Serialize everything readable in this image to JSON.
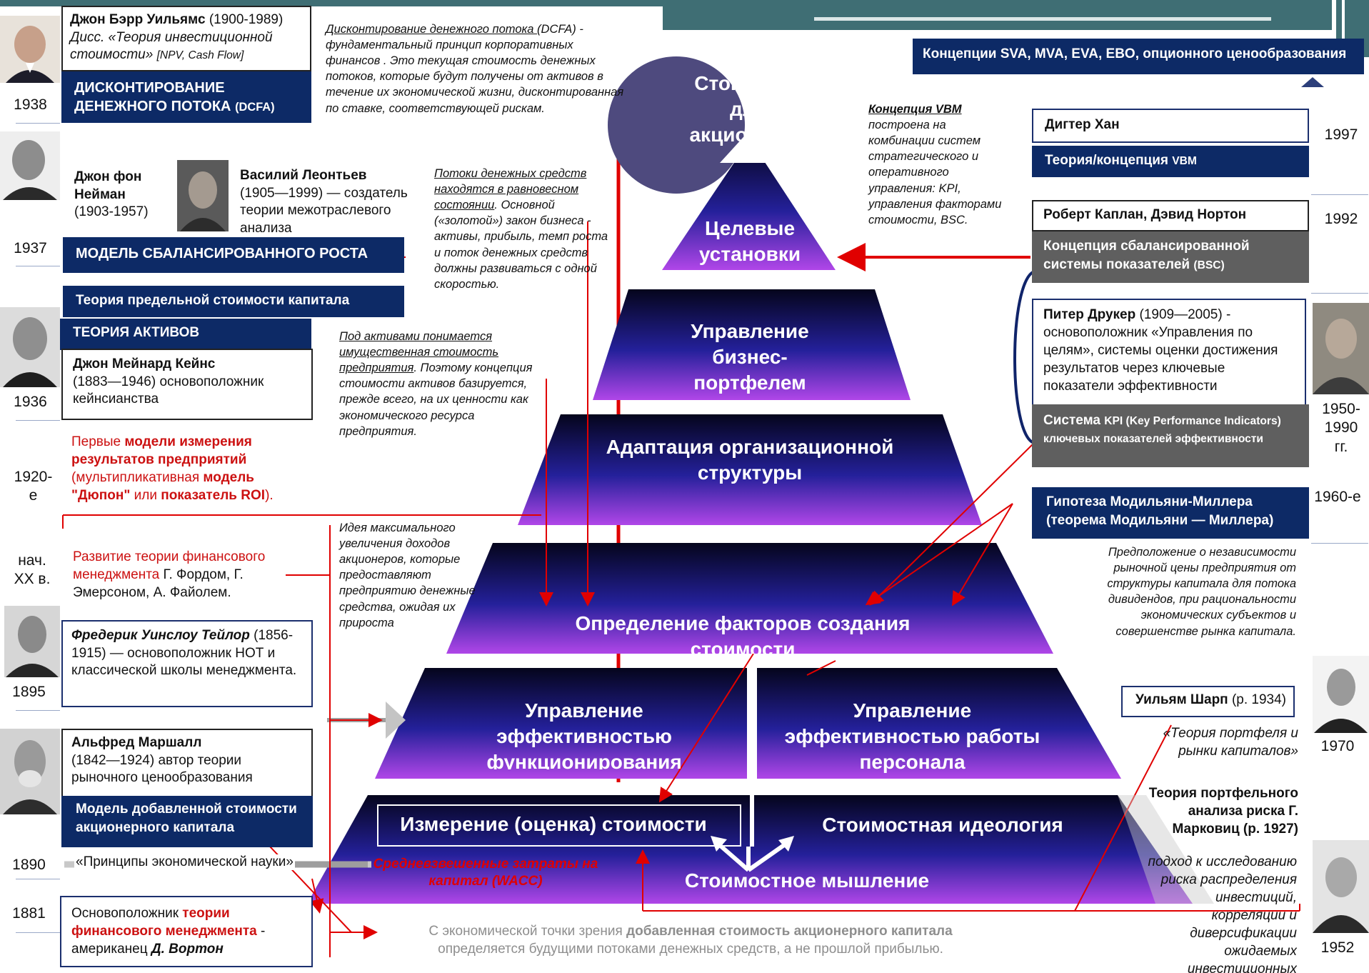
{
  "title": {
    "center": "Стоимость для акционеров",
    "tiers": {
      "target": "Целевые установки",
      "portfolio": "Управление бизнес-портфелем",
      "adaptation": "Адаптация организационной структуры",
      "drivers": "Определение факторов создания стоимости",
      "ops_efficiency": "Управление эффективностью функционирования",
      "staff_efficiency": "Управление эффективностью работы персонала",
      "measurement": "Измерение (оценка) стоимости",
      "ideology": "Стоимостная идеология",
      "thinking": "Стоимостное мышление",
      "wacc": "Средневзвешенные затраты на капитал (WACC)"
    }
  },
  "top_banner": "Концепции SVA, MVA, EVA, EBO, опционного ценообразования",
  "left": {
    "williams": {
      "name": "Джон Бэрр Уильямс",
      "dates": "(1900-1989)",
      "thesis": "Дисс. «Теория инвестиционной стоимости»",
      "thesis_tag": "[NPV, Cash Flow]",
      "banner": "ДИСКОНТИРОВАНИЕ ДЕНЕЖНОГО ПОТОКА",
      "banner_tag": "(DCFA)",
      "year": "1938"
    },
    "neumann": {
      "name": "Джон фон Нейман",
      "dates": "(1903-1957)",
      "year": "1937"
    },
    "leontief": {
      "name": "Василий Леонтьев",
      "text": "(1905—1999) — создатель теории межотраслевого анализа"
    },
    "balanced_growth": "МОДЕЛЬ СБАЛАНСИРОВАННОГО РОСТА",
    "marginal_cost": "Теория предельной стоимости капитала",
    "asset_theory": "ТЕОРИЯ АКТИВОВ",
    "keynes": {
      "name": "Джон Мейнард Кейнс",
      "text": "(1883—1946) основоположник кейнсианства",
      "year": "1936"
    },
    "dupont": {
      "pre": "Первые ",
      "bold1": "модели измерения результатов предприятий",
      "mid": " (мультипликативная ",
      "bold2": "модель \"Дюпон\"",
      "mid2": " или ",
      "bold3": "показатель ROI",
      "post": ").",
      "year": "1920-е"
    },
    "fin_mgmt": {
      "red": "Развитие теории финансового менеджмента",
      "rest": " Г. Фордом, Г. Эмерсоном, А. Файолем.",
      "year": "нач. XX в."
    },
    "taylor": {
      "name": "Фредерик Уинслоу Тейлор",
      "dates": "(1856-1915)",
      "text": "— основоположник НОТ и классической школы менеджмента.",
      "year": "1895"
    },
    "marshall": {
      "name": "Альфред Маршалл",
      "text": "(1842—1924) автор теории рыночного ценообразования",
      "banner": "Модель добавленной стоимости акционерного капитала",
      "principles": "«Принципы экономической науки»",
      "year": "1890"
    },
    "wharton": {
      "pre": "Основоположник ",
      "red": "теории финансового менеджмента",
      "mid": " - американец ",
      "name": "Д. Вортон",
      "year": "1881"
    }
  },
  "notes": {
    "dcfa_title": "Дисконтирование денежного потока ",
    "dcfa_tag": "(DCFA)",
    "dcfa_body": " - фундаментальный принцип корпоративных финансов . Это текущая стоимость денежных потоков, которые будут получены от активов в течение их экономической жизни, дисконтированная по ставке, соответствующей рискам.",
    "flows_title": "Потоки денежных средств находятся в равновесном состоянии",
    "flows_body": ". Основной («золотой») закон бизнеса - активы, прибыль, темп роста и поток денежных средств должны развиваться с одной скоростью.",
    "assets_title": "Под активами понимается имущественная стоимость предприятия",
    "assets_body": ". Поэтому концепция стоимости активов базируется, прежде всего, на их ценности как экономического ресурса предприятия.",
    "income_idea": "Идея максимального увеличения доходов акционеров, которые предоставляют предприятию денежные средства, ожидая их прироста",
    "vbm_title": "Концепция VBM",
    "vbm_body": " построена на комбинации систем стратегического и оперативного управления: KPI, управления факторами стоимости, BSC.",
    "mm_note": "Предположение о независимости рыночной цены предприятия от структуры капитала для потока дивидендов, при рациональности экономических субъектов и совершенстве рынка капитала.",
    "bottom_pre": "С экономической точки зрения ",
    "bottom_bold": "добавленная стоимость акционерного капитала",
    "bottom_post": " определяется будущими потоками денежных средств, а не прошлой прибылью."
  },
  "right": {
    "hahn": {
      "name": "Дигтер Хан",
      "banner": "Теория/концепция",
      "banner_tag": "VBM",
      "year": "1997"
    },
    "kaplan": {
      "name": "Роберт Каплан, Дэвид Нортон",
      "banner": "Концепция сбалансированной системы показателей",
      "banner_tag": "(BSC)",
      "year": "1992"
    },
    "drucker": {
      "name": "Питер Друкер",
      "text": "(1909—2005) - основоположник «Управления по целям», системы оценки достижения результатов через ключевые показатели эффективности",
      "kpi_pre": "Система ",
      "kpi_tag": "KPI (Key Performance Indicators) ключевых показателей эффективности",
      "year": "1950-1990 гг."
    },
    "mm": {
      "banner": "Гипотеза Модильяни-Миллера (теорема Модильяни — Миллера)",
      "year": "1960-е"
    },
    "sharpe": {
      "name": "Уильям Шарп",
      "dates": "(р. 1934)",
      "work": "«Теория портфеля и рынки капиталов»",
      "year": "1970"
    },
    "markowitz": {
      "title": "Теория портфельного анализа риска Г. Марковиц (р. 1927)",
      "text": "подход к исследованию риска распределения инвестиций, корреляции и диверсификации ожидаемых инвестиционных",
      "year": "1952"
    }
  },
  "colors": {
    "navy": "#0d2a66",
    "pyramid_top": "#05051c",
    "pyramid_mid": "#24209a",
    "pyramid_bottom": "#b046e8",
    "arrow_red": "#e00000",
    "circle": "#4e4a7e"
  }
}
